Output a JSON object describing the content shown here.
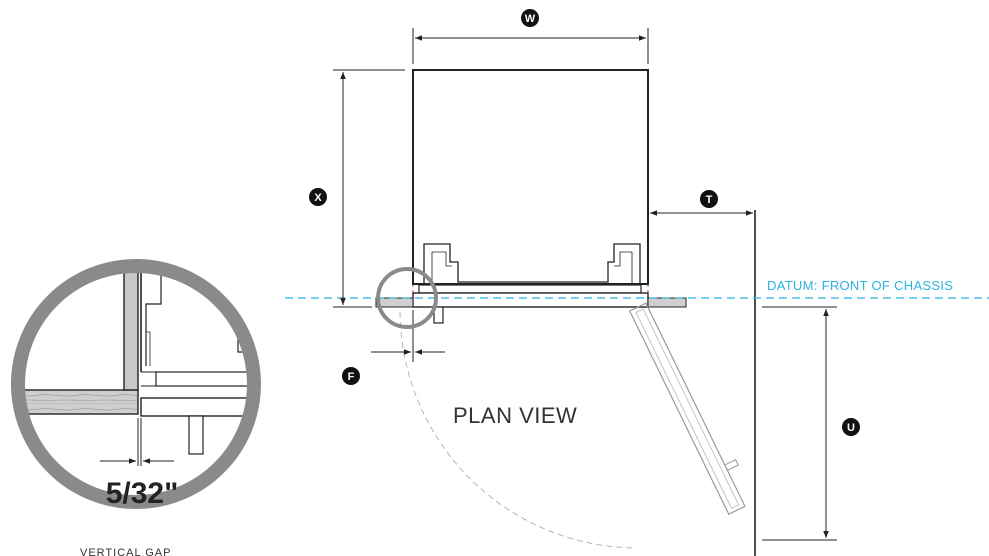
{
  "labels": {
    "width": "W",
    "depth": "X",
    "side_clearance": "T",
    "flush_offset": "F",
    "door_swing": "U",
    "datum": "DATUM: FRONT OF CHASSIS",
    "view": "PLAN VIEW",
    "gap_value": "5/32\"",
    "caption": "VERTICAL GAP"
  },
  "colors": {
    "line": "#222222",
    "datum": "#2bb3e0",
    "cutout_outline": "#d23b3b",
    "magnifier": "#8a8a8a",
    "swing_arc": "#b5b5b5",
    "bubble": "#111111"
  }
}
